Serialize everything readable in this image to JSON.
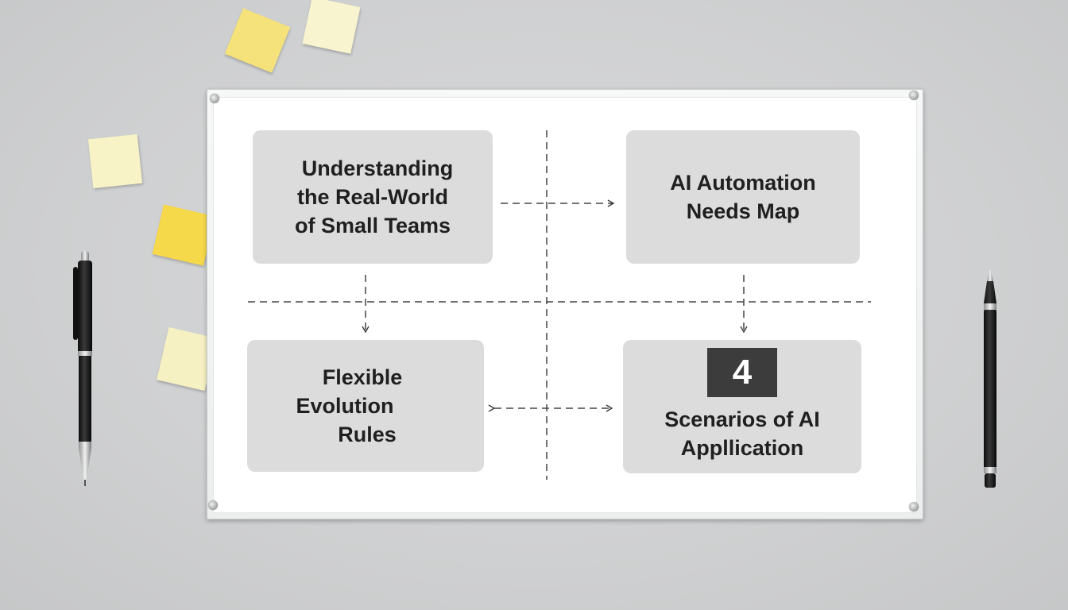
{
  "boxes": {
    "top_left": {
      "lines": [
        "Understanding",
        "the Real-World",
        "of Small Teams"
      ]
    },
    "top_right": {
      "lines": [
        "AI Automation",
        "Needs Map"
      ]
    },
    "bottom_left": {
      "lines": [
        "Flexible",
        "Evolution",
        "Rules"
      ]
    },
    "bottom_right": {
      "badge": "4",
      "lines": [
        "Scenarios of AI",
        "Appllication"
      ]
    }
  },
  "colors": {
    "box_fill": "#dcdcdc",
    "badge_fill": "#3c3c3c",
    "sticky_yellow": "#f7dd4f",
    "sticky_pale": "#f6f3c4"
  }
}
